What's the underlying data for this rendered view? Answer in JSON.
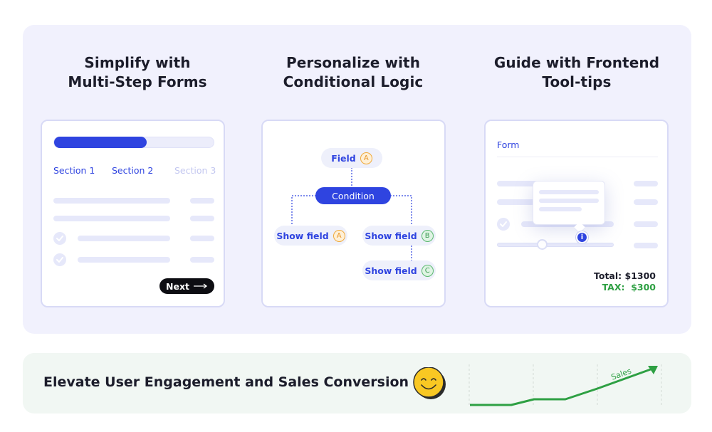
{
  "columns": [
    {
      "title_line1": "Simplify with",
      "title_line2": "Multi-Step Forms"
    },
    {
      "title_line1": "Personalize with",
      "title_line2": "Conditional Logic"
    },
    {
      "title_line1": "Guide with Frontend",
      "title_line2": "Tool-tips"
    }
  ],
  "multistep": {
    "progress_fraction": 0.58,
    "sections": [
      "Section 1",
      "Section 2",
      "Section 3"
    ],
    "active_section": 2,
    "next_label": "Next"
  },
  "conditional": {
    "field_label": "Field",
    "field_badge": "A",
    "condition_label": "Condition",
    "branches": [
      {
        "label": "Show field",
        "badge": "A"
      },
      {
        "label": "Show field",
        "badge": "B"
      },
      {
        "label": "Show field",
        "badge": "C"
      }
    ]
  },
  "tooltip_form": {
    "form_label": "Form",
    "info_icon": "i",
    "total_label": "Total:",
    "total_value": "$1300",
    "tax_label": "TAX:",
    "tax_value": "$300"
  },
  "bottom": {
    "headline": "Elevate User Engagement and Sales Conversion",
    "chart_label": "Sales"
  },
  "colors": {
    "accent": "#2f44e0",
    "green": "#2ea043",
    "panel": "#f1f1fd",
    "bottom_panel": "#f1f7f3",
    "smiley": "#f9c823"
  },
  "icons": [
    "check-icon",
    "arrow-right-icon",
    "info-icon",
    "smiley-icon",
    "trend-arrow-icon"
  ]
}
